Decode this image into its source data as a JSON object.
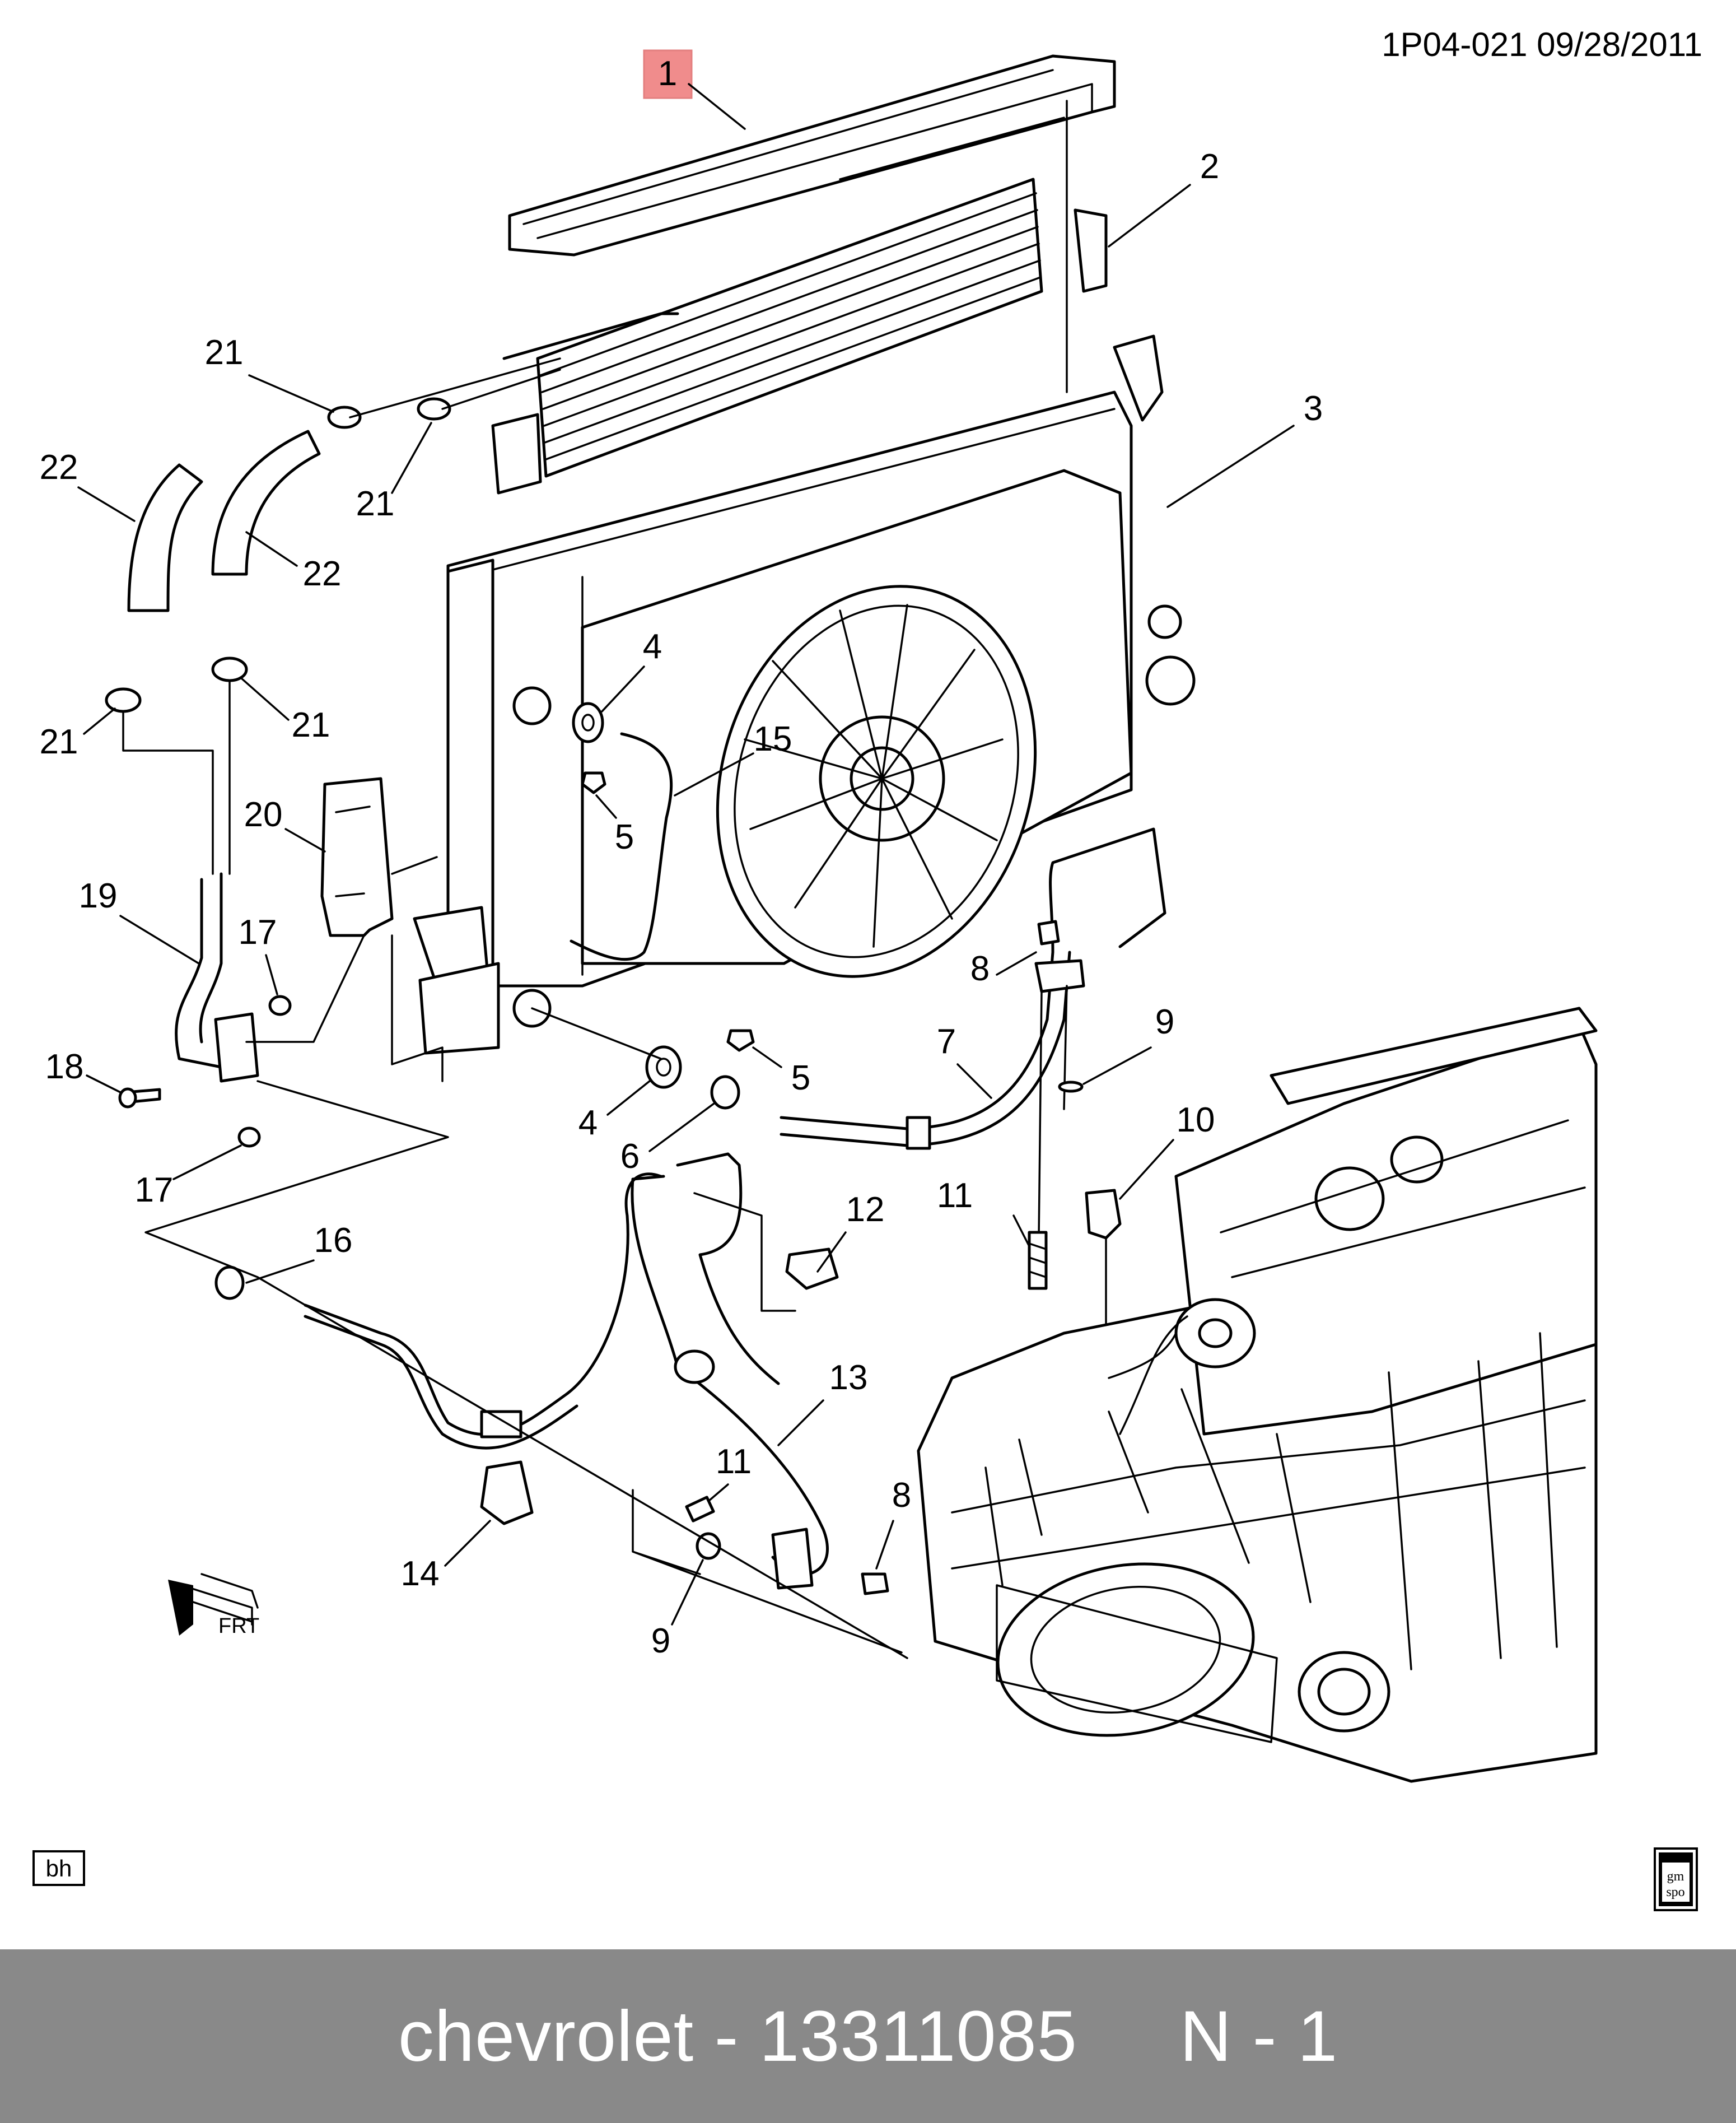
{
  "header": {
    "reference": "1P04-021  09/28/2011"
  },
  "callouts": {
    "c1": "1",
    "c2": "2",
    "c3": "3",
    "c4a": "4",
    "c4b": "4",
    "c5a": "5",
    "c5b": "5",
    "c6": "6",
    "c7": "7",
    "c8a": "8",
    "c8b": "8",
    "c9a": "9",
    "c9b": "9",
    "c10": "10",
    "c11a": "11",
    "c11b": "11",
    "c12": "12",
    "c13": "13",
    "c14": "14",
    "c15": "15",
    "c16": "16",
    "c17a": "17",
    "c17b": "17",
    "c18": "18",
    "c19": "19",
    "c20": "20",
    "c21a": "21",
    "c21b": "21",
    "c21c": "21",
    "c21d": "21",
    "c22a": "22",
    "c22b": "22"
  },
  "highlight": {
    "part": "1",
    "color": "#f08c8c"
  },
  "direction_marker": "FRT",
  "corner_tag": "bh",
  "logo_text": {
    "top": "gm",
    "bottom": "spo"
  },
  "footer": {
    "caption": "chevrolet - 13311085     N - 1",
    "background": "#898989"
  }
}
